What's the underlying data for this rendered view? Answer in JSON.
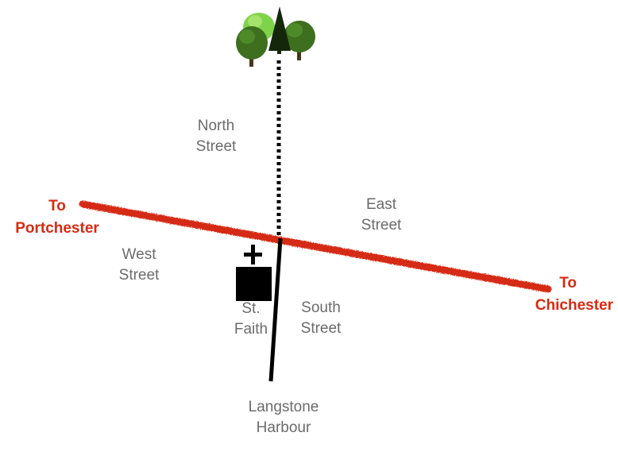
{
  "labels": {
    "north": [
      "North",
      "Street"
    ],
    "east": [
      "East",
      "Street"
    ],
    "west": [
      "West",
      "Street"
    ],
    "south": [
      "South",
      "Street"
    ],
    "church": [
      "St.",
      "Faith"
    ],
    "harbour": [
      "Langstone",
      "Harbour"
    ]
  },
  "destinations": {
    "west": [
      "To",
      "Portchester"
    ],
    "east": [
      "To",
      "Chichester"
    ]
  },
  "icons": {
    "trees": "trees-icon",
    "church": "church-icon"
  },
  "colors": {
    "main_road": "#d52b12",
    "street": "#000000",
    "label_text": "#6b6b6b",
    "tree_light": "#7fd34a",
    "tree_dark": "#3e6f1f"
  }
}
